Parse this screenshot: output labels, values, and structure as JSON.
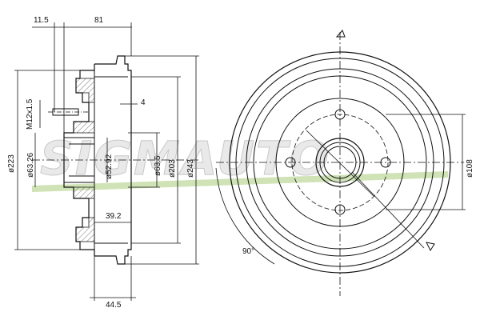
{
  "watermark": {
    "text": "SIGMAUTO"
  },
  "side_view": {
    "dimensions": {
      "top_offset": "11.5",
      "top_length": "81",
      "bolt_thread": "M12x1.5",
      "flange_thickness": "4",
      "outer_diameter_223": "ø223",
      "bore_63_26": "ø63.26",
      "bore_52_92": "ø52.92",
      "dia_63_5": "ø63.5",
      "dia_203": "ø203",
      "dia_243": "ø243",
      "inner_depth": "39.2",
      "bottom_length": "44.5"
    }
  },
  "front_view": {
    "dimensions": {
      "pcd": "ø108",
      "angle": "90°"
    }
  },
  "colors": {
    "line": "#111111",
    "watermark_fill": "#e9e9e9",
    "watermark_swoosh": "#cfe3b6"
  }
}
